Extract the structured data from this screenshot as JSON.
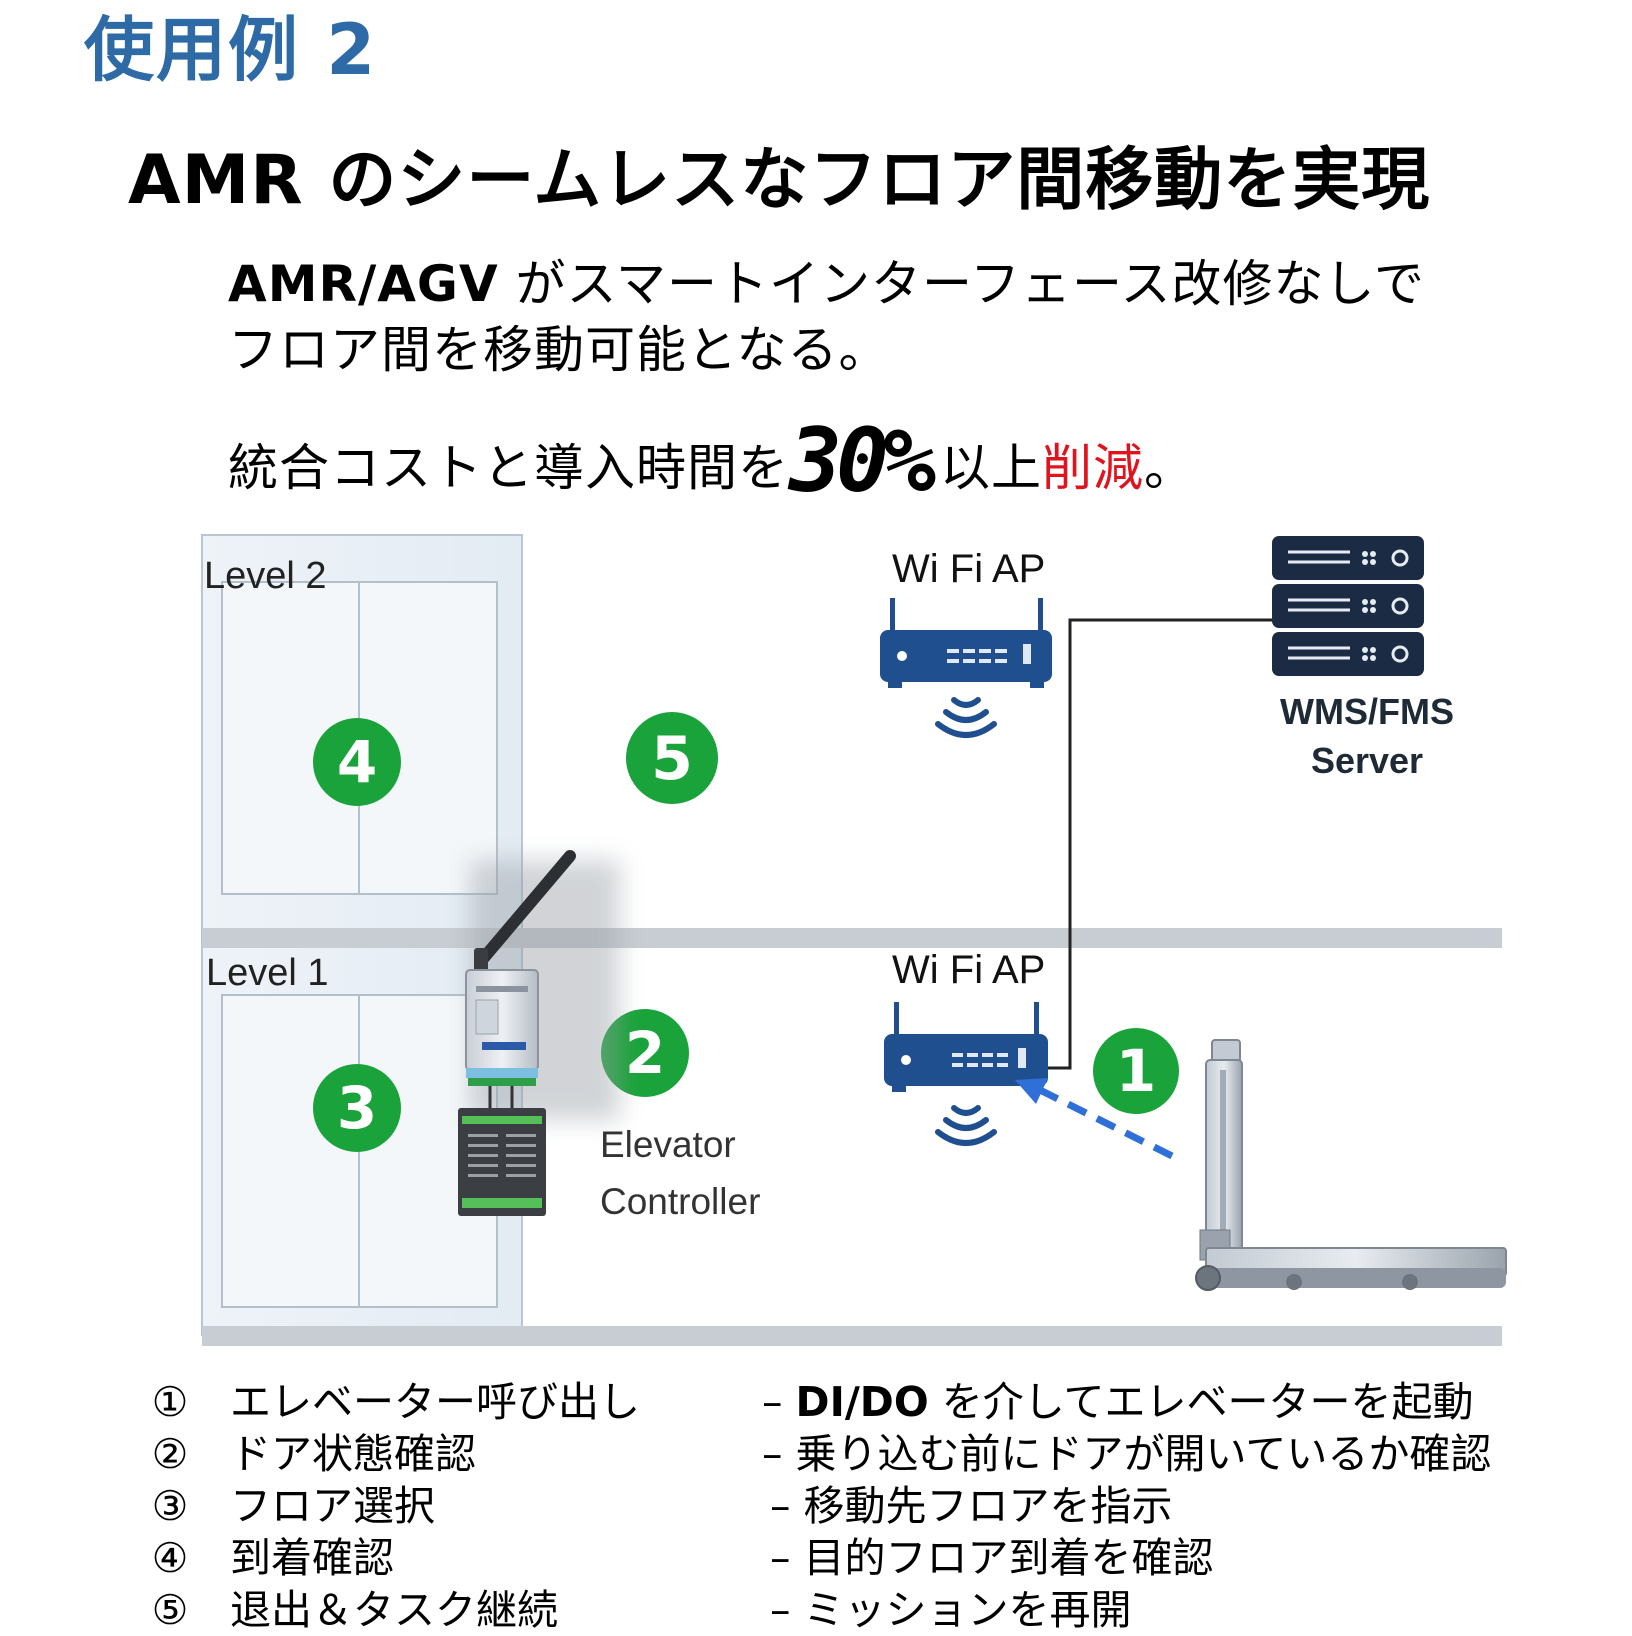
{
  "header": {
    "section_title": "使用例 2",
    "headline": "AMR のシームレスなフロア間移動を実現"
  },
  "body": {
    "line1_bold": "AMR/AGV",
    "line1_rest": " がスマートインターフェース改修なしで",
    "line2": "フロア間を移動可能となる。",
    "line3_before": "統合コストと導入時間を",
    "line3_number": "30%",
    "line3_mid": "以上",
    "line3_red": "削減",
    "line3_end": "。"
  },
  "colors": {
    "title_blue": "#2e6aa6",
    "red": "#e0141e",
    "green_badge": "#1aa33a",
    "router_blue": "#1f4f8f",
    "server_navy": "#1c2b44",
    "signal_arrow": "#2f6fd8"
  },
  "diagram": {
    "level2_label": "Level 2",
    "level1_label": "Level 1",
    "wifi_top_label": "Wi Fi AP",
    "wifi_bottom_label": "Wi Fi AP",
    "server_label_1": "WMS/FMS",
    "server_label_2": "Server",
    "controller_label_1": "Elevator",
    "controller_label_2": "Controller",
    "badges": [
      "1",
      "2",
      "3",
      "4",
      "5"
    ],
    "icons": [
      "elevator-door",
      "wifi-router-icon",
      "wifi-signal-icon",
      "server-rack-icon",
      "io-module-icon",
      "antenna-icon",
      "amr-robot-icon",
      "arrow-icon"
    ]
  },
  "legend": [
    {
      "num": "①",
      "name": "エレベーター呼び出し",
      "desc_pre": "– ",
      "desc_bold": "DI/DO",
      "desc_rest": " を介してエレベーターを起動"
    },
    {
      "num": "②",
      "name": "ドア状態確認",
      "desc_pre": "– ",
      "desc_bold": "",
      "desc_rest": "乗り込む前にドアが開いているか確認"
    },
    {
      "num": "③",
      "name": "フロア選択",
      "desc_pre": "– ",
      "desc_bold": "",
      "desc_rest": "移動先フロアを指示"
    },
    {
      "num": "④",
      "name": "到着確認",
      "desc_pre": "– ",
      "desc_bold": "",
      "desc_rest": "目的フロア到着を確認"
    },
    {
      "num": "⑤",
      "name": "退出＆タスク継続",
      "desc_pre": "– ",
      "desc_bold": "",
      "desc_rest": "ミッションを再開"
    }
  ]
}
